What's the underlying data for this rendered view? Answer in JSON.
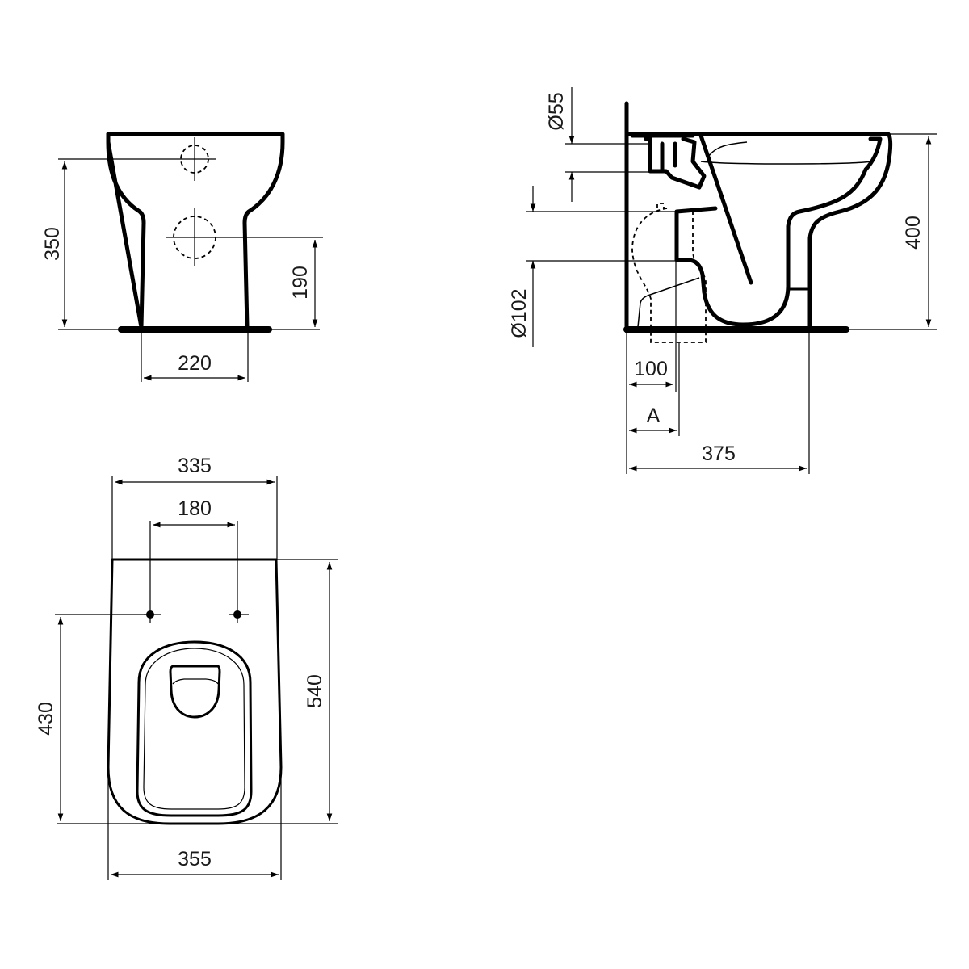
{
  "drawing": {
    "type": "technical-dimension-drawing",
    "subject": "floor-standing toilet",
    "units": "mm",
    "line_color": "#000000",
    "background": "#ffffff"
  },
  "front_view": {
    "dimensions": {
      "height_inlet": "350",
      "height_outlet": "190",
      "base_width": "220"
    }
  },
  "side_view": {
    "dimensions": {
      "inlet_diameter": "Ø55",
      "outlet_diameter": "Ø102",
      "overall_height": "400",
      "outlet_offset": "100",
      "variable_offset": "A",
      "overall_depth": "375"
    }
  },
  "top_view": {
    "dimensions": {
      "rear_width": "335",
      "fixing_hole_spacing": "180",
      "front_width": "355",
      "fixing_to_front": "430",
      "overall_length": "540"
    }
  }
}
